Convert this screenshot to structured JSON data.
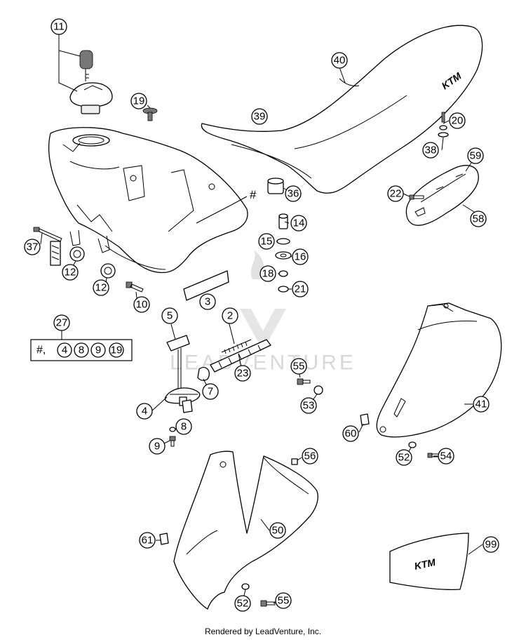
{
  "watermark": "LEADVENTURE",
  "hash_mark": "#",
  "brand_mark": "KTM",
  "footer": "Rendered by LeadVenture, Inc.",
  "kit": {
    "label": "27",
    "prefix": "#,",
    "members": [
      "4",
      "8",
      "9",
      "19"
    ]
  },
  "callouts": [
    {
      "n": "11"
    },
    {
      "n": "19"
    },
    {
      "n": "40"
    },
    {
      "n": "39"
    },
    {
      "n": "20"
    },
    {
      "n": "38"
    },
    {
      "n": "59"
    },
    {
      "n": "22"
    },
    {
      "n": "58"
    },
    {
      "n": "36"
    },
    {
      "n": "14"
    },
    {
      "n": "15"
    },
    {
      "n": "16"
    },
    {
      "n": "18"
    },
    {
      "n": "21"
    },
    {
      "n": "37"
    },
    {
      "n": "12"
    },
    {
      "n": "12"
    },
    {
      "n": "10"
    },
    {
      "n": "3"
    },
    {
      "n": "5"
    },
    {
      "n": "2"
    },
    {
      "n": "23"
    },
    {
      "n": "7"
    },
    {
      "n": "4"
    },
    {
      "n": "8"
    },
    {
      "n": "9"
    },
    {
      "n": "55"
    },
    {
      "n": "53"
    },
    {
      "n": "41"
    },
    {
      "n": "60"
    },
    {
      "n": "52"
    },
    {
      "n": "54"
    },
    {
      "n": "56"
    },
    {
      "n": "50"
    },
    {
      "n": "61"
    },
    {
      "n": "52"
    },
    {
      "n": "55"
    },
    {
      "n": "99"
    }
  ]
}
